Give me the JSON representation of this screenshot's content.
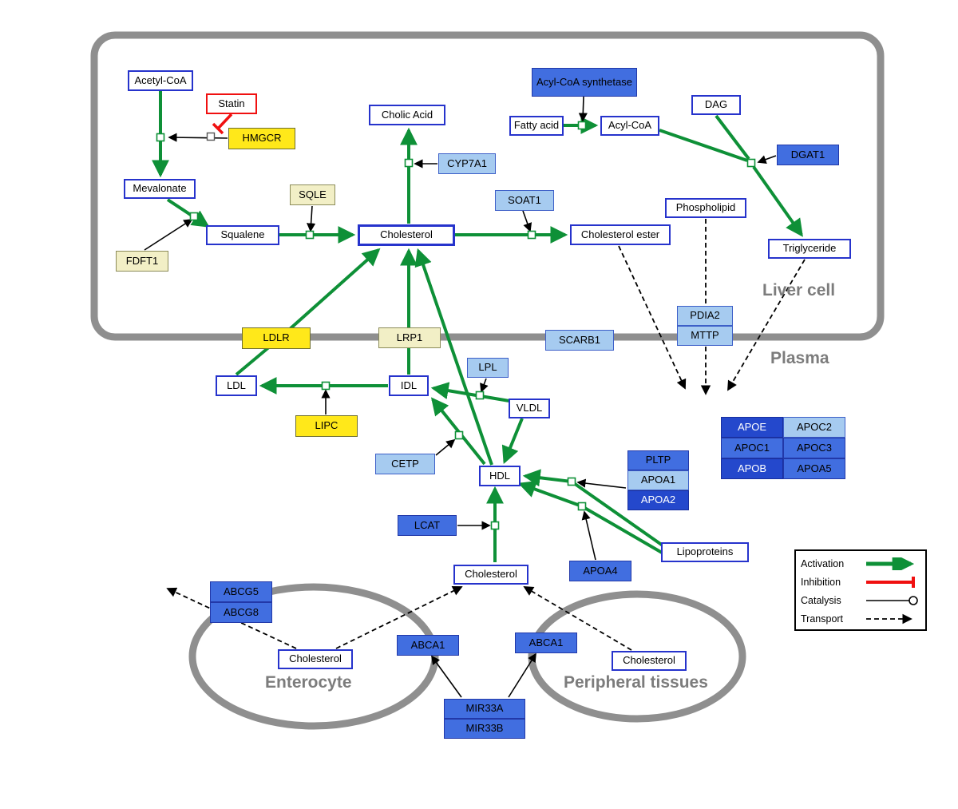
{
  "compartments": {
    "liver_label": "Liver cell",
    "plasma_label": "Plasma",
    "enterocyte_label": "Enterocyte",
    "peripheral_label": "Peripheral tissues"
  },
  "nodes": {
    "acetyl_coa": "Acetyl-CoA",
    "statin": "Statin",
    "hmgcr": "HMGCR",
    "mevalonate": "Mevalonate",
    "sqle": "SQLE",
    "fdft1": "FDFT1",
    "squalene": "Squalene",
    "cholesterol_liver": "Cholesterol",
    "cholic_acid": "Cholic Acid",
    "cyp7a1": "CYP7A1",
    "soat1": "SOAT1",
    "cholesterol_ester": "Cholesterol ester",
    "acyl_coa_synthetase": "Acyl-CoA synthetase",
    "fatty_acid": "Fatty acid",
    "acyl_coa": "Acyl-CoA",
    "dag": "DAG",
    "dgat1": "DGAT1",
    "phospholipid": "Phospholipid",
    "triglyceride": "Triglyceride",
    "ldlr": "LDLR",
    "lrp1": "LRP1",
    "scarb1": "SCARB1",
    "pdia2": "PDIA2",
    "mttp": "MTTP",
    "ldl": "LDL",
    "idl": "IDL",
    "lpl": "LPL",
    "vldl": "VLDL",
    "lipc": "LIPC",
    "cetp": "CETP",
    "hdl": "HDL",
    "lcat": "LCAT",
    "pltp": "PLTP",
    "apoa1": "APOA1",
    "apoa2": "APOA2",
    "apoa4": "APOA4",
    "lipoproteins": "Lipoproteins",
    "apoe": "APOE",
    "apoc2": "APOC2",
    "apoc1": "APOC1",
    "apoc3": "APOC3",
    "apob": "APOB",
    "apoa5": "APOA5",
    "cholesterol_plasma": "Cholesterol",
    "abcg5": "ABCG5",
    "abcg8": "ABCG8",
    "cholesterol_enterocyte": "Cholesterol",
    "abca1_left": "ABCA1",
    "abca1_right": "ABCA1",
    "cholesterol_peripheral": "Cholesterol",
    "mir33a": "MIR33A",
    "mir33b": "MIR33B"
  },
  "legend": {
    "activation": "Activation",
    "inhibition": "Inhibition",
    "catalysis": "Catalysis",
    "transport": "Transport"
  },
  "colors": {
    "activation_green": "#0E9037",
    "inhibition_red": "#F01010",
    "metabolite_border_blue": "#2633CC",
    "gene_light_blue": "#A6CBF0",
    "gene_mid_blue": "#416EE0",
    "gene_dark_blue": "#2448CC",
    "gene_yellow": "#FFE81A",
    "gene_pale_yellow": "#F2EFC6",
    "compartment_gray": "#8F8F8F"
  }
}
